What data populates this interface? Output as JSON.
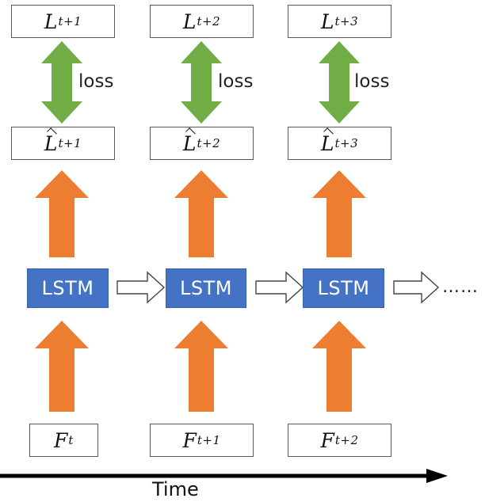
{
  "labels": [
    {
      "main": "L",
      "sub": "t+1"
    },
    {
      "main": "L",
      "sub": "t+2"
    },
    {
      "main": "L",
      "sub": "t+3"
    }
  ],
  "predictions": [
    {
      "main": "L",
      "sub": "t+1"
    },
    {
      "main": "L",
      "sub": "t+2"
    },
    {
      "main": "L",
      "sub": "t+3"
    }
  ],
  "inputs": [
    {
      "main": "F",
      "sub": "t"
    },
    {
      "main": "F",
      "sub": "t+1"
    },
    {
      "main": "F",
      "sub": "t+2"
    }
  ],
  "loss_label": "loss",
  "cell_label": "LSTM",
  "continuation": "……",
  "time_label": "Time",
  "colors": {
    "loss_arrow": "#70ad47",
    "flow_arrow": "#ed7d31",
    "cell_fill": "#4472c4",
    "box_border": "#595959"
  }
}
